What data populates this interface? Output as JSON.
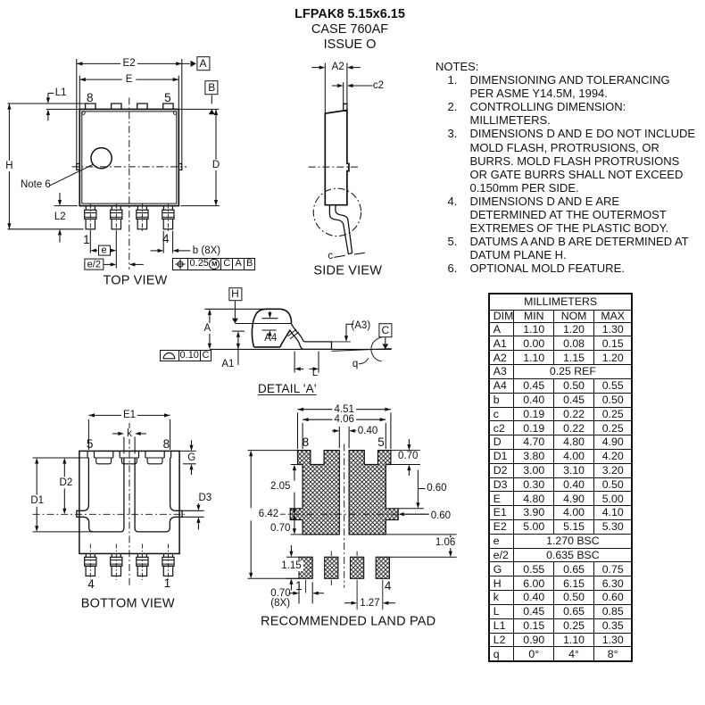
{
  "title": {
    "line1": "LFPAK8 5.15x6.15",
    "line2": "CASE 760AF",
    "line3": "ISSUE O"
  },
  "top_view": {
    "label": "TOP VIEW",
    "e2": "E2",
    "e": "E",
    "l1": "L1",
    "h": "H",
    "d": "D",
    "l2": "L2",
    "note6": "Note 6",
    "pin8": "8",
    "pin5": "5",
    "pin1": "1",
    "pin4": "4",
    "e_pitch": "e",
    "e_half": "e/2",
    "b": "b (8X)",
    "datum_a": "A",
    "datum_b": "B",
    "fcf": {
      "symbol": "true-position",
      "tol": "0.25",
      "mod": "M",
      "d1": "C",
      "d2": "A",
      "d3": "B"
    }
  },
  "side_view": {
    "label": "SIDE VIEW",
    "a2": "A2",
    "c2": "c2",
    "c": "c"
  },
  "detail_a": {
    "label": "DETAIL 'A'",
    "datum_h": "H",
    "datum_c": "C",
    "a": "A",
    "a4": "A4",
    "a1": "A1",
    "a3": "(A3)",
    "l": "L",
    "q": "q",
    "fcf": {
      "symbol": "profile-of-surface",
      "tol": "0.10",
      "datum": "C"
    }
  },
  "bottom_view": {
    "label": "BOTTOM VIEW",
    "e1": "E1",
    "k": "k",
    "g": "G",
    "d1": "D1",
    "d2": "D2",
    "d3": "D3",
    "pin5": "5",
    "pin8": "8",
    "pin4": "4",
    "pin1": "1"
  },
  "land_pad": {
    "label": "RECOMMENDED LAND PAD",
    "d451": "4.51",
    "d406": "4.06",
    "d040": "0.40",
    "d070a": "0.70",
    "d205": "2.05",
    "d642": "6.42",
    "d070b": "0.70",
    "d060a": "0.60",
    "d060b": "0.60",
    "d106": "1.06",
    "d115": "1.15",
    "d070c": "0.70",
    "x8": "(8X)",
    "d127": "1.27",
    "pin8": "8",
    "pin5": "5",
    "pin1": "1",
    "pin4": "4"
  },
  "notes": {
    "heading": "NOTES:",
    "items": [
      {
        "num": "1.",
        "lines": [
          "DIMENSIONING AND TOLERANCING",
          "PER ASME Y14.5M, 1994."
        ]
      },
      {
        "num": "2.",
        "lines": [
          "CONTROLLING DIMENSION:",
          "MILLIMETERS."
        ]
      },
      {
        "num": "3.",
        "lines": [
          "DIMENSIONS D AND E DO NOT INCLUDE",
          "MOLD FLASH, PROTRUSIONS, OR",
          "BURRS. MOLD FLASH PROTRUSIONS",
          "OR GATE BURRS SHALL NOT EXCEED",
          "0.150mm PER SIDE."
        ]
      },
      {
        "num": "4.",
        "lines": [
          "DIMENSIONS D AND E ARE",
          "DETERMINED AT THE OUTERMOST",
          "EXTREMES OF THE PLASTIC BODY."
        ]
      },
      {
        "num": "5.",
        "lines": [
          "DATUMS A AND B ARE DETERMINED AT",
          "DATUM PLANE H."
        ]
      },
      {
        "num": "6.",
        "lines": [
          "OPTIONAL MOLD FEATURE."
        ]
      }
    ]
  },
  "table": {
    "title": "MILLIMETERS",
    "col_dim": "DIM",
    "col_min": "MIN",
    "col_nom": "NOM",
    "col_max": "MAX",
    "rows": [
      {
        "dim": "A",
        "min": "1.10",
        "nom": "1.20",
        "max": "1.30"
      },
      {
        "dim": "A1",
        "min": "0.00",
        "nom": "0.08",
        "max": "0.15"
      },
      {
        "dim": "A2",
        "min": "1.10",
        "nom": "1.15",
        "max": "1.20"
      },
      {
        "dim": "A3",
        "span": "0.25 REF"
      },
      {
        "dim": "A4",
        "min": "0.45",
        "nom": "0.50",
        "max": "0.55"
      },
      {
        "dim": "b",
        "min": "0.40",
        "nom": "0.45",
        "max": "0.50"
      },
      {
        "dim": "c",
        "min": "0.19",
        "nom": "0.22",
        "max": "0.25"
      },
      {
        "dim": "c2",
        "min": "0.19",
        "nom": "0.22",
        "max": "0.25"
      },
      {
        "dim": "D",
        "min": "4.70",
        "nom": "4.80",
        "max": "4.90"
      },
      {
        "dim": "D1",
        "min": "3.80",
        "nom": "4.00",
        "max": "4.20"
      },
      {
        "dim": "D2",
        "min": "3.00",
        "nom": "3.10",
        "max": "3.20"
      },
      {
        "dim": "D3",
        "min": "0.30",
        "nom": "0.40",
        "max": "0.50"
      },
      {
        "dim": "E",
        "min": "4.80",
        "nom": "4.90",
        "max": "5.00"
      },
      {
        "dim": "E1",
        "min": "3.90",
        "nom": "4.00",
        "max": "4.10"
      },
      {
        "dim": "E2",
        "min": "5.00",
        "nom": "5.15",
        "max": "5.30"
      },
      {
        "dim": "e",
        "span": "1.270 BSC"
      },
      {
        "dim": "e/2",
        "span": "0.635 BSC"
      },
      {
        "dim": "G",
        "min": "0.55",
        "nom": "0.65",
        "max": "0.75"
      },
      {
        "dim": "H",
        "min": "6.00",
        "nom": "6.15",
        "max": "6.30"
      },
      {
        "dim": "k",
        "min": "0.40",
        "nom": "0.50",
        "max": "0.60"
      },
      {
        "dim": "L",
        "min": "0.45",
        "nom": "0.65",
        "max": "0.85"
      },
      {
        "dim": "L1",
        "min": "0.15",
        "nom": "0.25",
        "max": "0.35"
      },
      {
        "dim": "L2",
        "min": "0.90",
        "nom": "1.10",
        "max": "1.30"
      },
      {
        "dim": "q",
        "min": "0°",
        "nom": "4°",
        "max": "8°"
      }
    ]
  }
}
